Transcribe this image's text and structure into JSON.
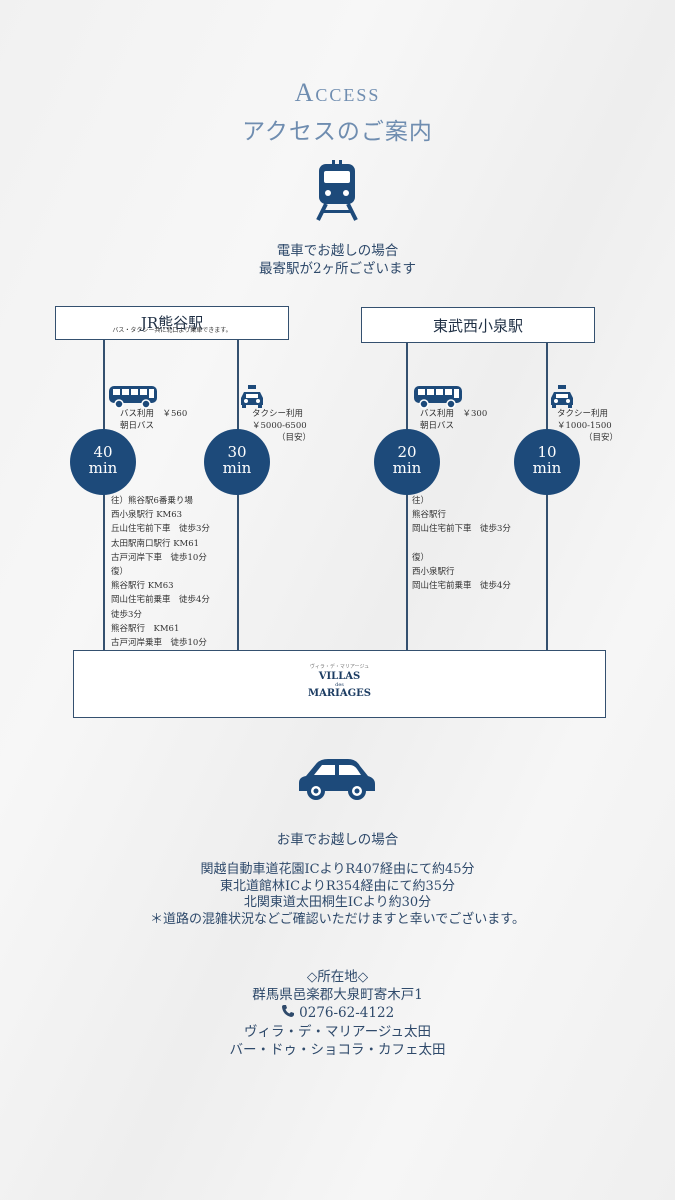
{
  "header": {
    "title_en": "Access",
    "title_ja": "アクセスのご案内"
  },
  "train": {
    "icon": "train-icon",
    "line1": "電車でお越しの場合",
    "line2": "最寄駅が2ヶ所ございます"
  },
  "stations": [
    {
      "name": "JR熊谷駅",
      "note": "バス・タクシー共に北口より乗車できます。",
      "options": [
        {
          "icon": "bus-icon",
          "time": "40",
          "unit": "min",
          "info": [
            "バス利用　￥560",
            "朝日バス"
          ],
          "route": [
            "往）熊谷駅6番乗り場",
            "西小泉駅行 KM63",
            "丘山住宅前下車　徒歩3分",
            "太田駅南口駅行 KM61",
            "古戸河岸下車　徒歩10分",
            "復）",
            "熊谷駅行 KM63",
            "岡山住宅前乗車　徒歩4分",
            "徒歩3分",
            "熊谷駅行　KM61",
            "古戸河岸乗車　徒歩10分"
          ]
        },
        {
          "icon": "taxi-icon",
          "time": "30",
          "unit": "min",
          "info": [
            "タクシー利用",
            "￥5000-6500",
            "（目安）"
          ]
        }
      ]
    },
    {
      "name": "東武西小泉駅",
      "options": [
        {
          "icon": "bus-icon",
          "time": "20",
          "unit": "min",
          "info": [
            "バス利用　￥300",
            "朝日バス"
          ],
          "route": [
            "往）",
            "熊谷駅行",
            "岡山住宅前下車　徒歩3分",
            "",
            "復）",
            "西小泉駅行",
            "岡山住宅前乗車　徒歩4分"
          ]
        },
        {
          "icon": "taxi-icon",
          "time": "10",
          "unit": "min",
          "info": [
            "タクシー利用",
            "￥1000-1500",
            "（目安）"
          ]
        }
      ]
    }
  ],
  "destination": {
    "logo_small": "ヴィラ・デ・マリアージュ",
    "logo_line1": "VILLAS",
    "logo_des": "des",
    "logo_line2": "MARIAGES"
  },
  "car": {
    "icon": "car-icon",
    "title": "お車でお越しの場合",
    "lines": [
      "関越自動車道花園ICよりR407経由にて約45分",
      "東北道館林ICよりR354経由にて約35分",
      "北関東道太田桐生ICより約30分",
      "＊道路の混雑状況などご確認いただけますと幸いでございます。"
    ]
  },
  "address": {
    "heading": "◇所在地◇",
    "location": "群馬県邑楽郡大泉町寄木戸1",
    "phone_icon": "phone-icon",
    "phone": "0276-62-4122",
    "venue1": "ヴィラ・デ・マリアージュ太田",
    "venue2": "バー・ドゥ・ショコラ・カフェ太田"
  },
  "colors": {
    "primary": "#1d4a7a",
    "title": "#6f8db0",
    "line": "#34506f"
  }
}
